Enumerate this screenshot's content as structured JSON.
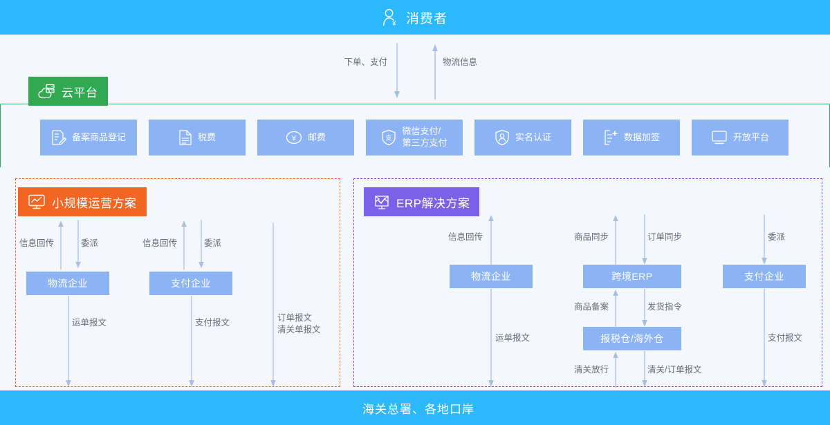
{
  "colors": {
    "bar_blue": "#2bb9fb",
    "page_bg": "#f4f8fd",
    "cloud_green": "#33a852",
    "small_orange": "#f26522",
    "erp_purple": "#7b61e8",
    "erp_dash": "#8b3fe0",
    "box_blue": "#8cb4f5",
    "arrow_blue": "#a8bfe0",
    "label_gray": "#646b7a"
  },
  "top_bar": {
    "label": "消费者",
    "icon": "user-yuan-icon"
  },
  "bottom_bar": {
    "label": "海关总署、各地口岸"
  },
  "consumer_flows": [
    {
      "label": "下单、支付",
      "direction": "down"
    },
    {
      "label": "物流信息",
      "direction": "up"
    }
  ],
  "cloud": {
    "badge_label": "云平台",
    "badge_icon": "cloud-server-icon",
    "services": [
      {
        "label": "备案商品登记",
        "icon": "doc-edit-icon"
      },
      {
        "label": "税费",
        "icon": "document-icon"
      },
      {
        "label": "邮费",
        "icon": "yuan-circle-icon"
      },
      {
        "label": "微信支付/\n第三方支付",
        "icon": "shield-pay-icon"
      },
      {
        "label": "实名认证",
        "icon": "shield-user-icon"
      },
      {
        "label": "数据加签",
        "icon": "list-plus-icon"
      },
      {
        "label": "开放平台",
        "icon": "monitor-icon"
      }
    ]
  },
  "small_solution": {
    "badge_label": "小规模运营方案",
    "badge_icon": "monitor-chart-icon",
    "entities": [
      {
        "name": "物流企业"
      },
      {
        "name": "支付企业"
      }
    ],
    "flows": [
      {
        "label": "信息回传",
        "direction": "up"
      },
      {
        "label": "委派",
        "direction": "down"
      },
      {
        "label": "信息回传",
        "direction": "up"
      },
      {
        "label": "委派",
        "direction": "down"
      },
      {
        "label": "运单报文",
        "direction": "down"
      },
      {
        "label": "支付报文",
        "direction": "down"
      },
      {
        "label": "订单报文\n清关单报文",
        "direction": "down"
      }
    ]
  },
  "erp_solution": {
    "badge_label": "ERP解决方案",
    "badge_icon": "erp-check-icon",
    "entities": [
      {
        "name": "物流企业"
      },
      {
        "name": "跨境ERP"
      },
      {
        "name": "支付企业"
      },
      {
        "name": "报税仓/海外仓"
      }
    ],
    "flows": [
      {
        "label": "信息回传",
        "direction": "up"
      },
      {
        "label": "商品同步",
        "direction": "up"
      },
      {
        "label": "订单同步",
        "direction": "down"
      },
      {
        "label": "委派",
        "direction": "down"
      },
      {
        "label": "商品备案",
        "direction": "up"
      },
      {
        "label": "发货指令",
        "direction": "down"
      },
      {
        "label": "运单报文",
        "direction": "down"
      },
      {
        "label": "支付报文",
        "direction": "down"
      },
      {
        "label": "清关放行",
        "direction": "up"
      },
      {
        "label": "清关/订单报文",
        "direction": "down"
      }
    ]
  }
}
